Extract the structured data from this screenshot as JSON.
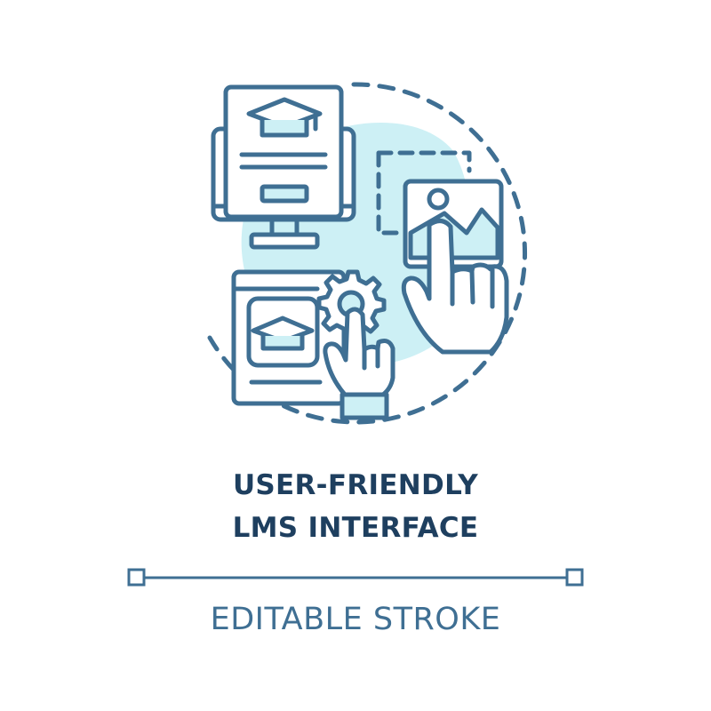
{
  "title": {
    "line1": "USER-FRIENDLY",
    "line2": "LMS INTERFACE"
  },
  "caption": "EDITABLE STROKE",
  "colors": {
    "stroke": "#3f6f93",
    "accent_fill": "#cdf0f5",
    "background": "#ffffff"
  },
  "icons": [
    "computer-monitor-icon",
    "graduation-cap-icon",
    "gear-icon",
    "image-card-icon",
    "pointing-hand-icon",
    "browser-window-icon"
  ]
}
